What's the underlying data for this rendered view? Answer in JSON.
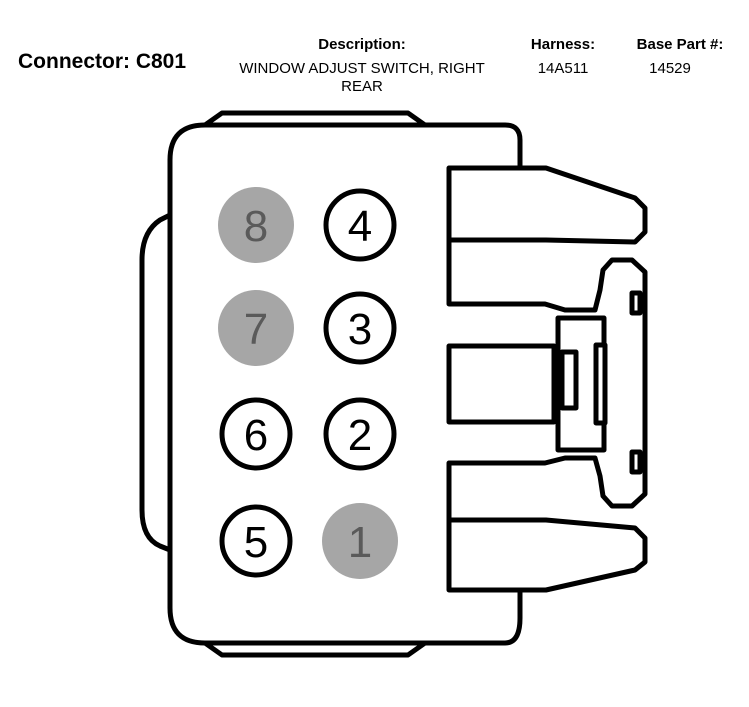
{
  "header": {
    "connector_label": "Connector: C801",
    "description_label": "Description:",
    "description_value": "WINDOW ADJUST SWITCH, RIGHT REAR",
    "harness_label": "Harness:",
    "harness_value": "14A511",
    "base_part_label": "Base Part #:",
    "base_part_value": "14529"
  },
  "colors": {
    "outline": "#000000",
    "unused_pin_fill": "#a6a6a6",
    "unused_pin_text": "#5a5a5a",
    "used_pin_fill": "#ffffff"
  },
  "pins": [
    {
      "number": "8",
      "state": "unused"
    },
    {
      "number": "4",
      "state": "used"
    },
    {
      "number": "7",
      "state": "unused"
    },
    {
      "number": "3",
      "state": "used"
    },
    {
      "number": "6",
      "state": "used"
    },
    {
      "number": "2",
      "state": "used"
    },
    {
      "number": "5",
      "state": "used"
    },
    {
      "number": "1",
      "state": "unused"
    }
  ]
}
